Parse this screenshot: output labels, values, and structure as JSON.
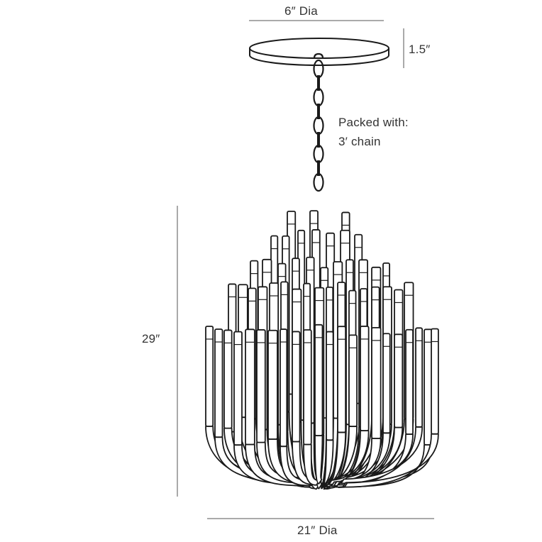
{
  "dimensions": {
    "canopy_diameter": "6″ Dia",
    "canopy_height": "1.5″",
    "overall_height": "29″",
    "overall_diameter": "21″ Dia"
  },
  "note": {
    "line1": "Packed with:",
    "line2": "3′ chain"
  },
  "colors": {
    "line": "#1a1a1a",
    "dimension_line": "#555555",
    "background": "#ffffff"
  }
}
